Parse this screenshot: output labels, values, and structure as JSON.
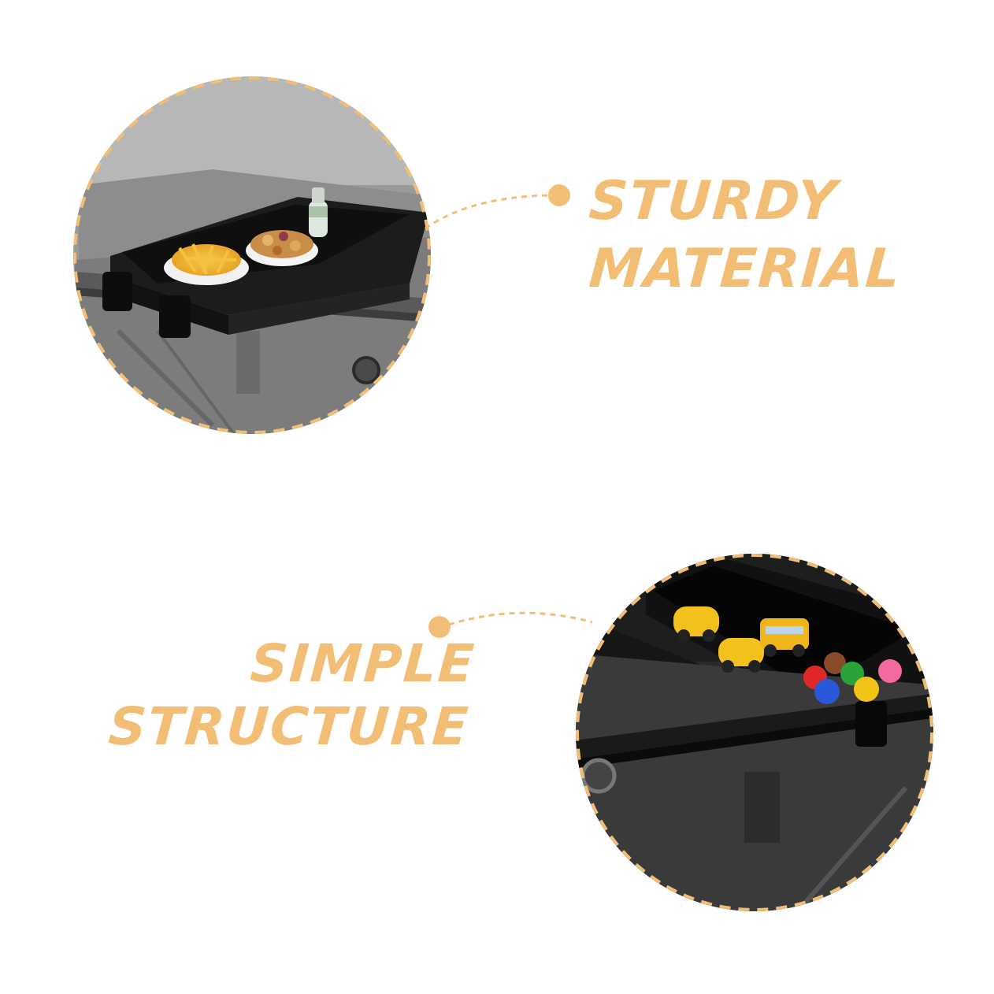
{
  "colors": {
    "accent": "#F2BE75",
    "background": "#FFFFFF",
    "photo_gray": "#8A8A8A",
    "tray_black": "#141414"
  },
  "features": [
    {
      "line1": "STURDY",
      "line2": "MATERIAL"
    },
    {
      "line1": "SIMPLE",
      "line2": "STRUCTURE"
    }
  ]
}
